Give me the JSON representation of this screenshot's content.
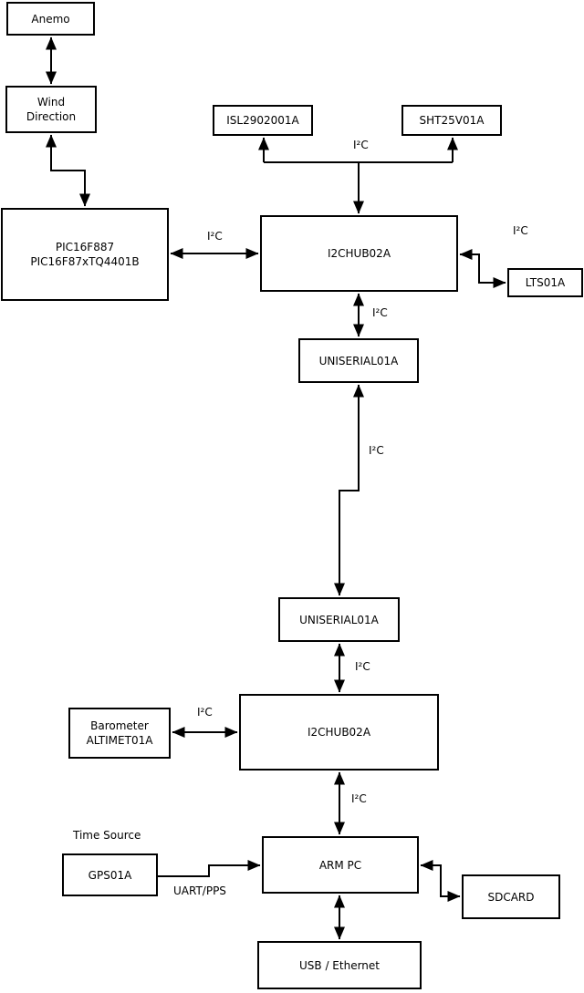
{
  "diagram": {
    "background": "#ffffff",
    "stroke_color": "#000000",
    "text_color": "#000000",
    "box_fill": "#ffffff",
    "nodes": {
      "anemo": {
        "lines": [
          "Anemo"
        ]
      },
      "wind_direction": {
        "lines": [
          "Wind",
          "Direction"
        ]
      },
      "pic_controller": {
        "lines": [
          "PIC16F887",
          "PIC16F87xTQ4401B"
        ]
      },
      "isl2902001a": {
        "lines": [
          "ISL2902001A"
        ]
      },
      "sht25v01a": {
        "lines": [
          "SHT25V01A"
        ]
      },
      "i2chub_top": {
        "lines": [
          "I2CHUB02A"
        ]
      },
      "lts01a": {
        "lines": [
          "LTS01A"
        ]
      },
      "uniserial_top": {
        "lines": [
          "UNISERIAL01A"
        ]
      },
      "uniserial_bottom": {
        "lines": [
          "UNISERIAL01A"
        ]
      },
      "i2chub_bottom": {
        "lines": [
          "I2CHUB02A"
        ]
      },
      "barometer": {
        "lines": [
          "Barometer",
          "ALTIMET01A"
        ]
      },
      "gps01a": {
        "lines": [
          "GPS01A"
        ]
      },
      "arm_pc": {
        "lines": [
          "ARM PC"
        ]
      },
      "sdcard": {
        "lines": [
          "SDCARD"
        ]
      },
      "usb_ethernet": {
        "lines": [
          "USB / Ethernet"
        ]
      }
    },
    "edge_labels": {
      "i2c": "I²C",
      "uart_pps": "UART/PPS",
      "time_source": "Time Source"
    },
    "edges": [
      {
        "from": "anemo",
        "to": "wind_direction",
        "label": "",
        "bidirectional": true
      },
      {
        "from": "wind_direction",
        "to": "pic_controller",
        "label": "",
        "bidirectional": true
      },
      {
        "from": "pic_controller",
        "to": "i2chub_top",
        "label": "I²C",
        "bidirectional": true
      },
      {
        "from": "i2chub_top",
        "to": "isl2902001a",
        "label": "I²C",
        "bidirectional": false
      },
      {
        "from": "i2chub_top",
        "to": "sht25v01a",
        "label": "I²C",
        "bidirectional": false
      },
      {
        "from": "i2chub_top",
        "to": "lts01a",
        "label": "I²C",
        "bidirectional": true
      },
      {
        "from": "i2chub_top",
        "to": "uniserial_top",
        "label": "I²C",
        "bidirectional": true
      },
      {
        "from": "uniserial_top",
        "to": "uniserial_bottom",
        "label": "I²C",
        "bidirectional": true
      },
      {
        "from": "uniserial_bottom",
        "to": "i2chub_bottom",
        "label": "I²C",
        "bidirectional": true
      },
      {
        "from": "barometer",
        "to": "i2chub_bottom",
        "label": "I²C",
        "bidirectional": true
      },
      {
        "from": "i2chub_bottom",
        "to": "arm_pc",
        "label": "I²C",
        "bidirectional": true
      },
      {
        "from": "gps01a",
        "to": "arm_pc",
        "label": "UART/PPS",
        "bidirectional": false
      },
      {
        "from": "arm_pc",
        "to": "sdcard",
        "label": "",
        "bidirectional": true
      },
      {
        "from": "arm_pc",
        "to": "usb_ethernet",
        "label": "",
        "bidirectional": true
      }
    ]
  }
}
